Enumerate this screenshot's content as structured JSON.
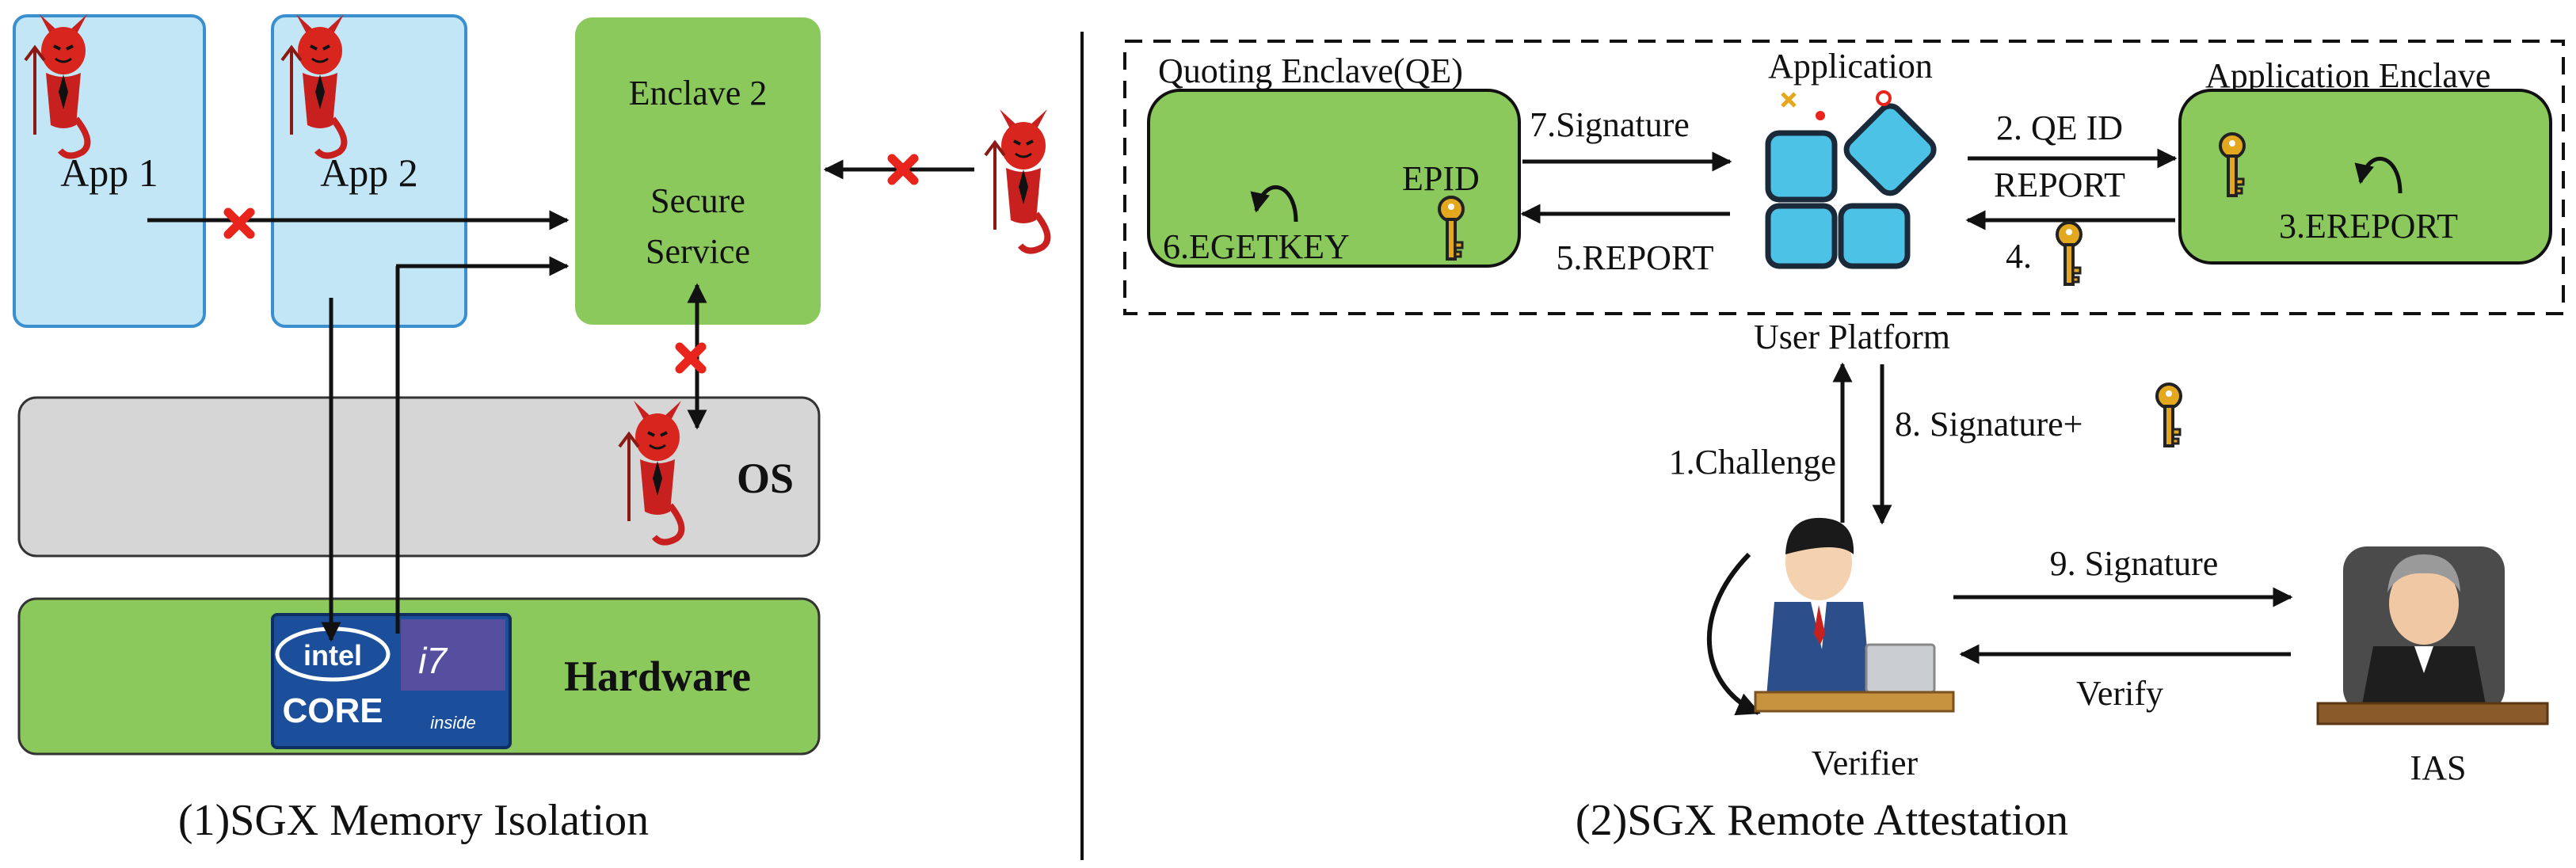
{
  "left": {
    "app1": "App 1",
    "app2": "App 2",
    "enclave2": "Enclave 2",
    "secure_service_line1": "Secure",
    "secure_service_line2": "Service",
    "os": "OS",
    "hardware": "Hardware",
    "chip_brand": "intel",
    "chip_model": "i7",
    "chip_line": "CORE",
    "chip_inside": "inside",
    "caption": "(1)SGX Memory Isolation"
  },
  "right": {
    "qe_title": "Quoting Enclave(QE)",
    "application": "Application",
    "app_enclave_title": "Application Enclave",
    "signature7": "7.Signature",
    "report5": "5.REPORT",
    "egetkey6": "6.EGETKEY",
    "epid": "EPID",
    "qeid2": "2. QE ID",
    "report2": "REPORT",
    "step4": "4.",
    "ereport3": "3.EREPORT",
    "user_platform": "User Platform",
    "challenge1": "1.Challenge",
    "signature8": "8. Signature+",
    "signature9": "9. Signature",
    "verify": "Verify",
    "verifier": "Verifier",
    "ias": "IAS",
    "caption": "(2)SGX Remote Attestation"
  },
  "colors": {
    "green_box": "#8cc95c",
    "blue_box": "#c3e6f6",
    "blue_border": "#3a8fce",
    "grey_box": "#d6d6d6",
    "red_x": "#e8241c",
    "key": "#e3a81d",
    "devil": "#c8201e"
  },
  "icons": [
    "devil-icon",
    "red-x-icon",
    "intel-chip-icon",
    "key-icon",
    "app-grid-icon",
    "loop-arrow-icon",
    "verifier-person-icon",
    "ias-judge-icon"
  ]
}
